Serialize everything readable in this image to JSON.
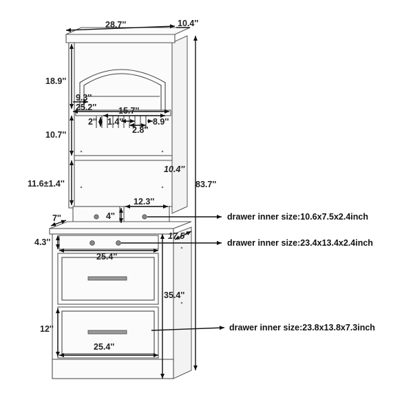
{
  "diagram": {
    "labels": {
      "width_top": "28.7''",
      "depth_top": "10.4''",
      "arch_height": "18.9''",
      "rack_offset": "9.3''",
      "rack_width": "25.2''",
      "rack_span": "15.7''",
      "slot_depth": "2''",
      "slot_width": "1.4''",
      "slot_gap": "2.8''",
      "rack_depth": "8.9''",
      "shelf_gap": "10.7''",
      "shelf_depth": "10.4''",
      "shelf_height": "11.6±1.4''",
      "total_height": "83.7''",
      "small_drawer_width": "12.3''",
      "counter_depth": "7''",
      "small_drawer_height": "4''",
      "wide_drawer_height": "4.3''",
      "cabinet_depth": "17.5''",
      "cabinet_width": "25.4''",
      "cabinet_height": "35.4''",
      "large_drawer_height": "12''",
      "base_width": "25.4''"
    },
    "notes": {
      "small_drawer": "drawer inner size:10.6x7.5x2.4inch",
      "wide_drawer": "drawer inner size:23.4x13.4x2.4inch",
      "large_drawer": "drawer inner size:23.8x13.8x7.3inch"
    }
  }
}
